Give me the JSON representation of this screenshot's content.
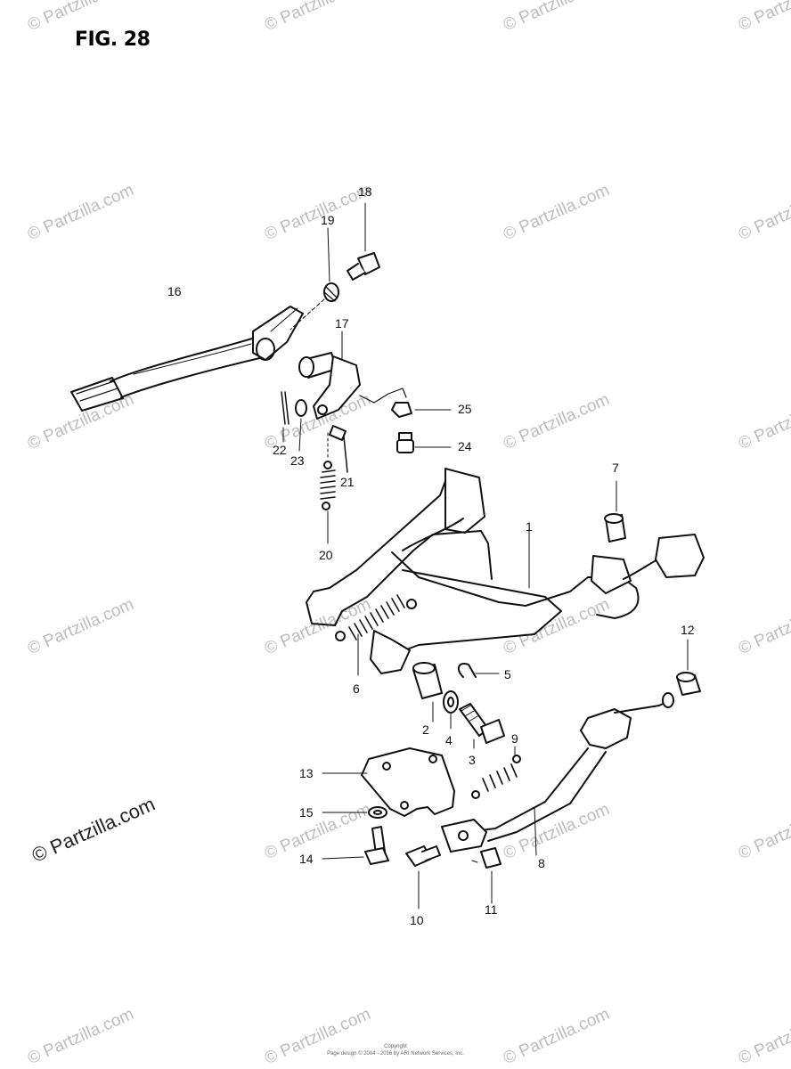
{
  "figure": {
    "title": "FIG. 28"
  },
  "watermark": {
    "text": "© Partzilla.com"
  },
  "callouts": [
    {
      "id": "18",
      "text": "18"
    },
    {
      "id": "19",
      "text": "19"
    },
    {
      "id": "16",
      "text": "16"
    },
    {
      "id": "17",
      "text": "17"
    },
    {
      "id": "25",
      "text": "25"
    },
    {
      "id": "24",
      "text": "24"
    },
    {
      "id": "22",
      "text": "22"
    },
    {
      "id": "23",
      "text": "23"
    },
    {
      "id": "21",
      "text": "21"
    },
    {
      "id": "20",
      "text": "20"
    },
    {
      "id": "7",
      "text": "7"
    },
    {
      "id": "1",
      "text": "1"
    },
    {
      "id": "12",
      "text": "12"
    },
    {
      "id": "5",
      "text": "5"
    },
    {
      "id": "6",
      "text": "6"
    },
    {
      "id": "2",
      "text": "2"
    },
    {
      "id": "4",
      "text": "4"
    },
    {
      "id": "3",
      "text": "3"
    },
    {
      "id": "9",
      "text": "9"
    },
    {
      "id": "13",
      "text": "13"
    },
    {
      "id": "15",
      "text": "15"
    },
    {
      "id": "14",
      "text": "14"
    },
    {
      "id": "8",
      "text": "8"
    },
    {
      "id": "10",
      "text": "10"
    },
    {
      "id": "11",
      "text": "11"
    }
  ],
  "footer": {
    "line1": "Copyright",
    "line2": "Page design © 2004 - 2016 by ARI Network Services, Inc."
  }
}
